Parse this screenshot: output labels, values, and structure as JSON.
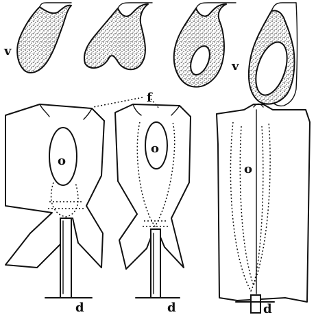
{
  "labels": {
    "v_top": "v",
    "v_right": "v",
    "f": "f",
    "o_left": "o",
    "o_middle": "o",
    "o_right": "o",
    "d_left": "d",
    "d_middle": "d",
    "d_right": "d"
  }
}
